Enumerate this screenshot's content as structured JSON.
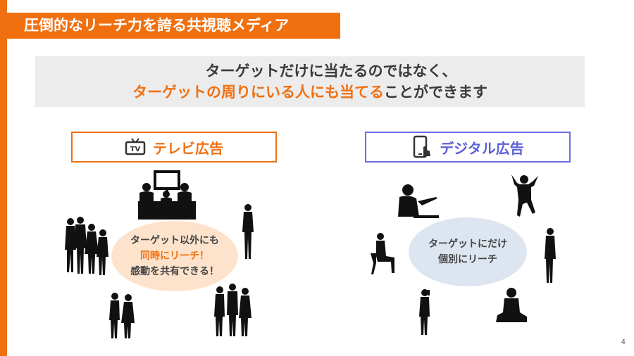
{
  "title": "圧倒的なリーチ力を誇る共視聴メディア",
  "message": {
    "line1": "ターゲットだけに当たるのではなく、",
    "line2_highlight": "ターゲットの周りにいる人にも当てる",
    "line2_rest": "ことができます"
  },
  "tv": {
    "label": "テレビ広告",
    "icon": "tv-icon",
    "icon_text": "TV",
    "bubble_line1": "ターゲット以外にも",
    "bubble_line2": "同時にリーチ！",
    "bubble_line3": "感動を共有できる！"
  },
  "digital": {
    "label": "デジタル広告",
    "icon": "smartphone-touch-icon",
    "bubble_line1": "ターゲットにだけ",
    "bubble_line2": "個別にリーチ"
  },
  "page_number": "4",
  "colors": {
    "accent": "#f07010",
    "digital": "#5b5fd6",
    "silhouette": "#111111"
  }
}
